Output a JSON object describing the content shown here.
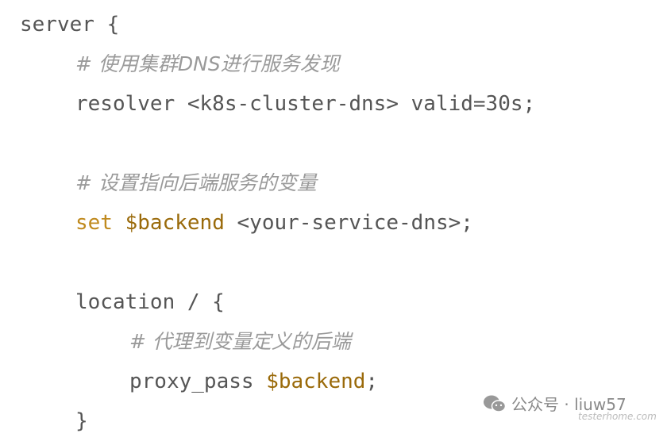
{
  "code": {
    "lines": [
      {
        "text": "server {"
      },
      {
        "comment": "# 使用集群DNS进行服务发现"
      },
      {
        "text": "resolver <k8s-cluster-dns> valid=30s;"
      },
      {
        "comment": "# 设置指向后端服务的变量"
      },
      {
        "kw": "set",
        "var": "$backend",
        "rest": " <your-service-dns>;"
      },
      {
        "text": "location / {"
      },
      {
        "comment": "# 代理到变量定义的后端"
      },
      {
        "pre": "proxy_pass ",
        "var": "$backend",
        "rest": ";"
      },
      {
        "text": "}"
      }
    ]
  },
  "watermark": {
    "label": "公众号 · liuw57",
    "site": "testerhome.com",
    "icon": "wechat-icon"
  },
  "colors": {
    "keyword": "#c08a1e",
    "variable": "#9a6a0a",
    "comment": "#9a9a9a",
    "text": "#555555"
  }
}
